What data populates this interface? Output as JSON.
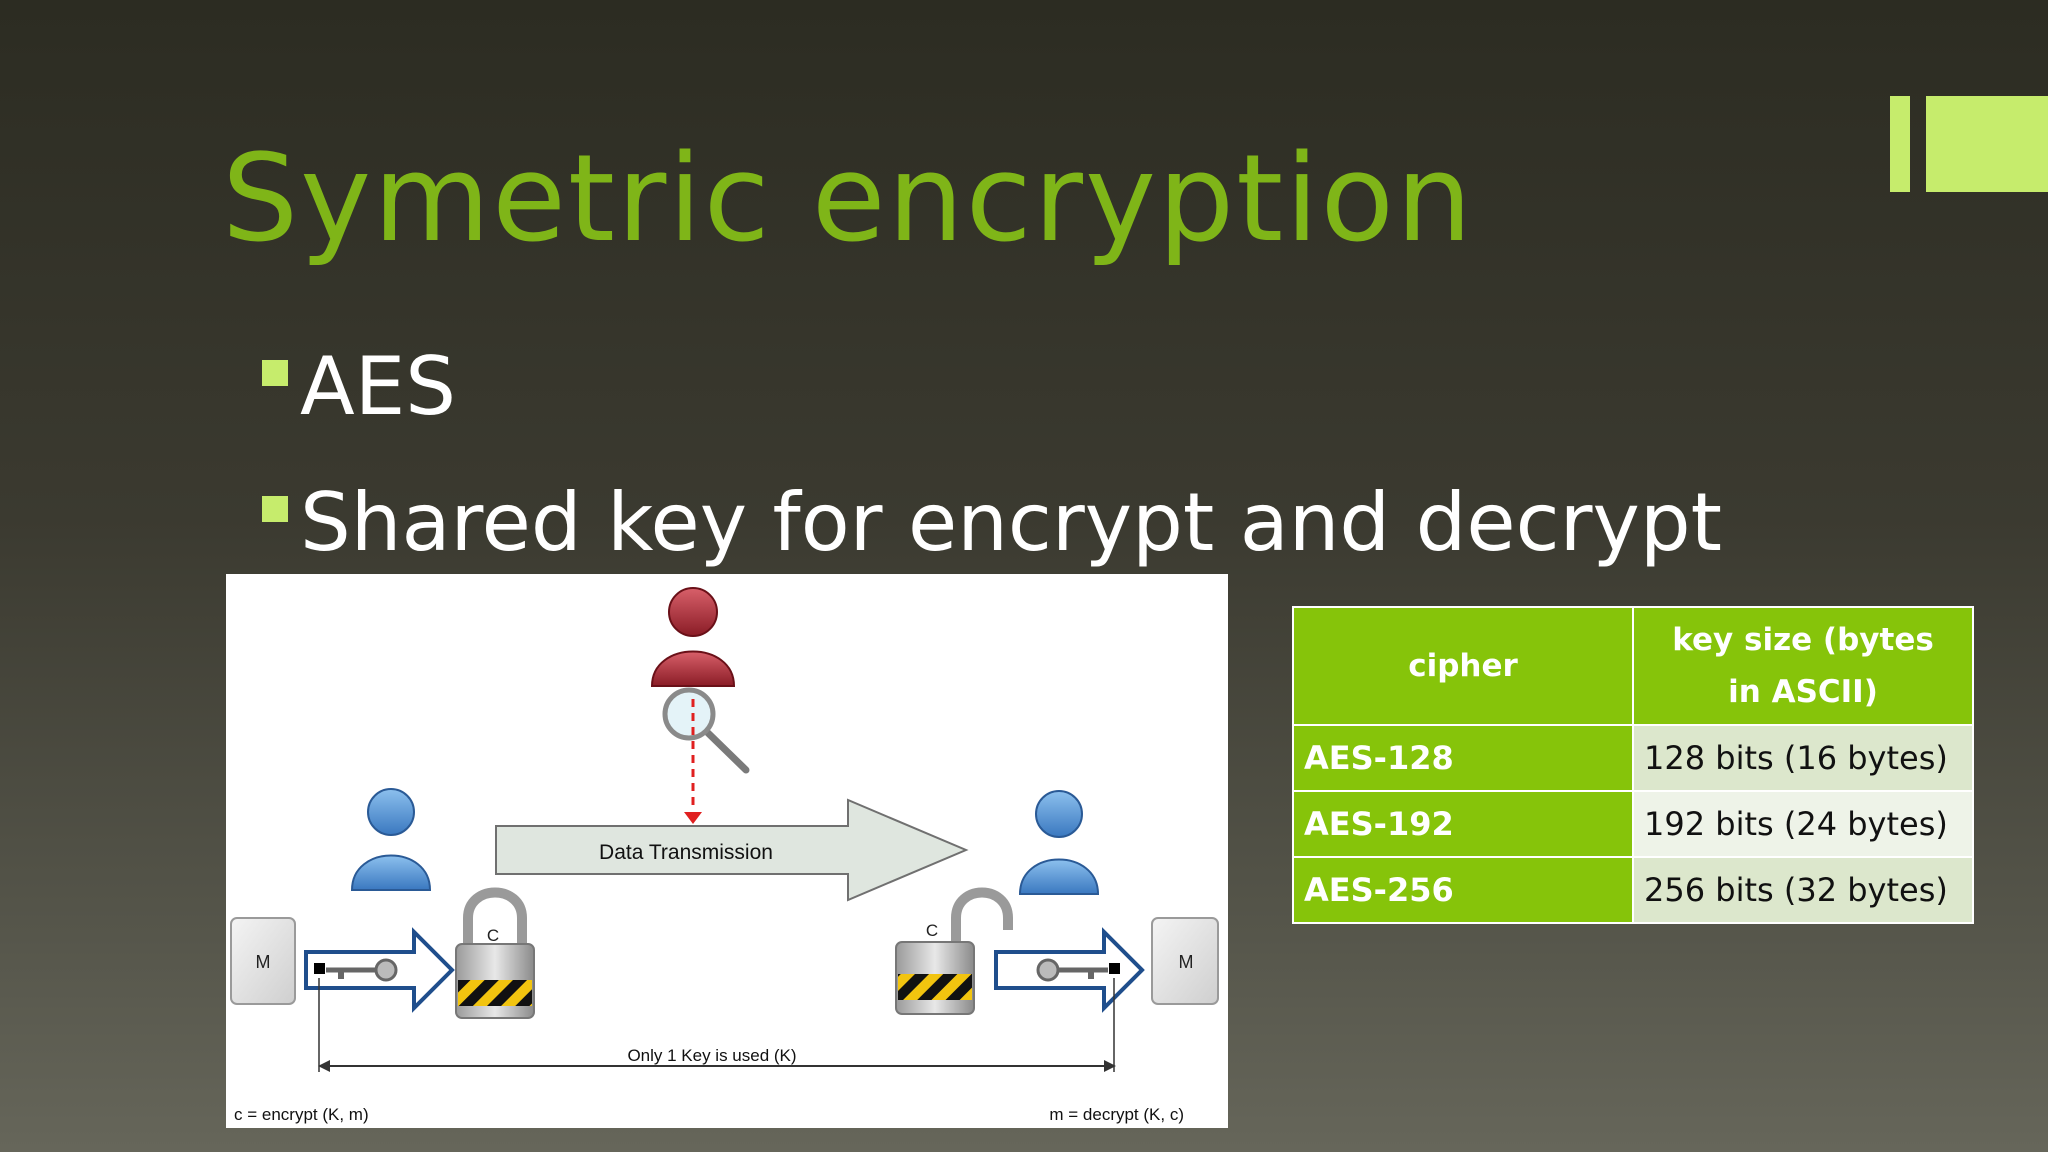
{
  "slide": {
    "title": "Symetric encryption",
    "bullets": [
      "AES",
      "Shared key for encrypt and decrypt"
    ]
  },
  "diagram": {
    "transmission_label": "Data Transmission",
    "message_left": "M",
    "message_right": "M",
    "cipher_left": "C",
    "cipher_right": "C",
    "key_note": "Only 1 Key is used (K)",
    "encrypt_formula": "c = encrypt (K, m)",
    "decrypt_formula": "m = decrypt (K, c)"
  },
  "table": {
    "headers": [
      "cipher",
      "key size (bytes in ASCII)"
    ],
    "rows": [
      [
        "AES-128",
        "128 bits (16 bytes)"
      ],
      [
        "AES-192",
        "192 bits (24 bytes)"
      ],
      [
        "AES-256",
        "256 bits (32 bytes)"
      ]
    ]
  },
  "colors": {
    "title": "#7fb518",
    "accent": "#c6ec6c",
    "table_header": "#86c40a"
  }
}
